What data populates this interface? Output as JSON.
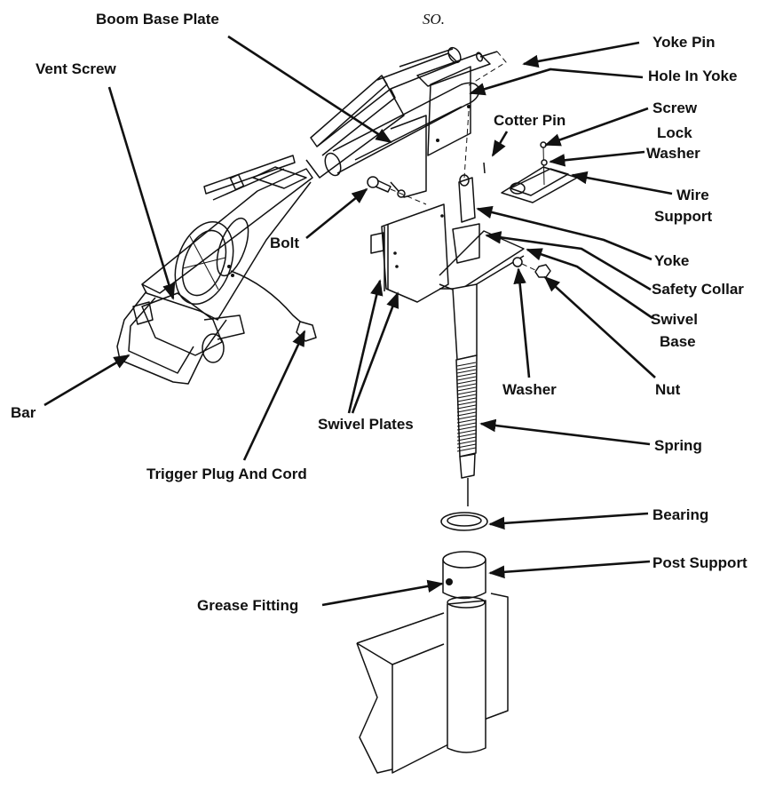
{
  "figure": {
    "marker": "SO.",
    "labels": {
      "boom_base_plate": "Boom Base Plate",
      "vent_screw": "Vent Screw",
      "yoke_pin": "Yoke Pin",
      "hole_in_yoke": "Hole In Yoke",
      "cotter_pin": "Cotter Pin",
      "screw": "Screw",
      "lock_washer_1": "Lock",
      "lock_washer_2": "Washer",
      "wire_support_1": "Wire",
      "wire_support_2": "Support",
      "bolt": "Bolt",
      "yoke": "Yoke",
      "safety_collar": "Safety Collar",
      "swivel_base_1": "Swivel",
      "swivel_base_2": "Base",
      "washer": "Washer",
      "nut": "Nut",
      "bar": "Bar",
      "swivel_plates": "Swivel Plates",
      "spring": "Spring",
      "trigger_plug_and_cord": "Trigger Plug And Cord",
      "bearing": "Bearing",
      "post_support": "Post Support",
      "grease_fitting": "Grease Fitting"
    }
  }
}
